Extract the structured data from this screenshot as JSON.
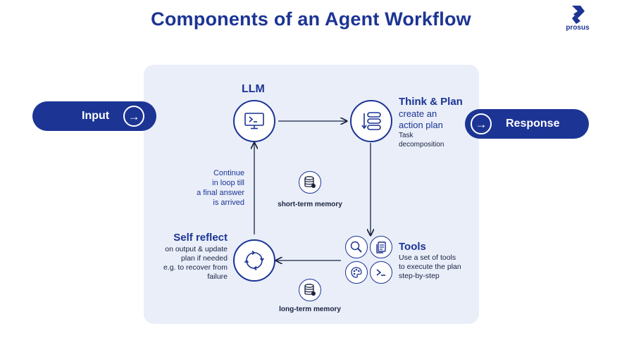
{
  "title": "Components of an Agent Workflow",
  "logo": {
    "text": "prosus",
    "icon": "prosus-logo-icon"
  },
  "input_pill": {
    "label": "Input",
    "icon": "arrow-right-icon"
  },
  "response_pill": {
    "label": "Response",
    "icon": "arrow-right-icon"
  },
  "llm": {
    "title": "LLM",
    "icon": "terminal-window-icon"
  },
  "think_plan": {
    "title": "Think & Plan",
    "line1": "create an",
    "line2": "action plan",
    "sub1": "Task",
    "sub2": "decomposition",
    "icon": "task-list-icon"
  },
  "tools": {
    "title": "Tools",
    "line1": "Use a set of tools",
    "line2": "to execute the plan",
    "line3": "step-by-step",
    "icons": [
      "search-icon",
      "documents-icon",
      "palette-icon",
      "terminal-icon"
    ]
  },
  "self_reflect": {
    "title": "Self reflect",
    "line1": "on output & update",
    "line2": "plan if needed",
    "line3": "e.g. to recover from",
    "line4": "failure",
    "icon": "refresh-cycle-icon"
  },
  "loop_note": {
    "line1": "Continue",
    "line2": "in loop till",
    "line3": "a final answer",
    "line4": "is arrived"
  },
  "short_term_memory": {
    "label": "short-term memory",
    "icon": "database-icon"
  },
  "long_term_memory": {
    "label": "long-term memory",
    "icon": "database-icon"
  },
  "colors": {
    "primary": "#1c3494",
    "panel": "#e9eef9",
    "text": "#1a2340"
  }
}
